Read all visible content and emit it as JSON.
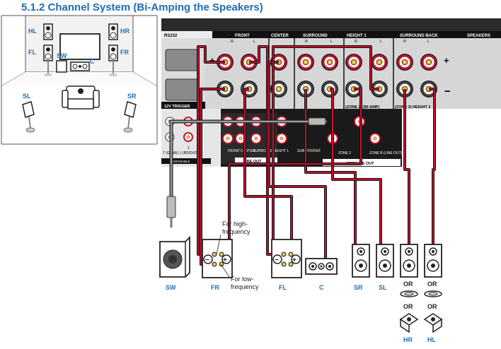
{
  "title": "5.1.2 Channel System (Bi-Amping the Speakers)",
  "colors": {
    "blue": "#1f6db3",
    "wire_red": "#c8102e",
    "panel_dark": "#1a1a1a",
    "gold": "#d9a531"
  },
  "room": {
    "labels": {
      "hl": "HL",
      "hr": "HR",
      "fl": "FL",
      "fr": "FR",
      "sw": "SW",
      "c": "C",
      "sl": "SL",
      "sr": "SR"
    }
  },
  "receiver": {
    "rs232": "RS232",
    "front": "FRONT",
    "center": "CENTER",
    "surround": "SURROUND",
    "height1": "HEIGHT 1",
    "surround_back": "SURROUND BACK",
    "speakers": "SPEAKERS",
    "r": "R",
    "l": "L",
    "plus": "+",
    "minus": "−",
    "zone2_biamp": "(ZONE 2) (BI-AMP)",
    "zone3_height2": "(ZONE 3) HEIGHT 2",
    "trigger": "12V TRIGGER",
    "pre_out": "PRE OUT",
    "pre_line_out": "PRE/LINE OUT",
    "subwoofer": "SUBWOOFER",
    "zone2": "ZONE 2",
    "zone2_line_out": "ZONE B (LINE OUT)",
    "front_label": "FRONT",
    "center_label": "CENTER",
    "surround_label": "SURROUND",
    "height1_label": "HEIGHT 1",
    "one": "1",
    "bd_dvd": "T (GAME) 1 (BD/DVD)",
    "assignable": "ASSIGNABLE"
  },
  "bottom": {
    "for_high": "For high-",
    "frequency": "frequency",
    "for_low": "For low-",
    "frequency2": "frequency",
    "sw": "SW",
    "fr": "FR",
    "fl": "FL",
    "c": "C",
    "sr": "SR",
    "sl": "SL",
    "or1": "OR",
    "or2": "OR",
    "or3": "OR",
    "or4": "OR",
    "hr": "HR",
    "hl": "HL"
  }
}
